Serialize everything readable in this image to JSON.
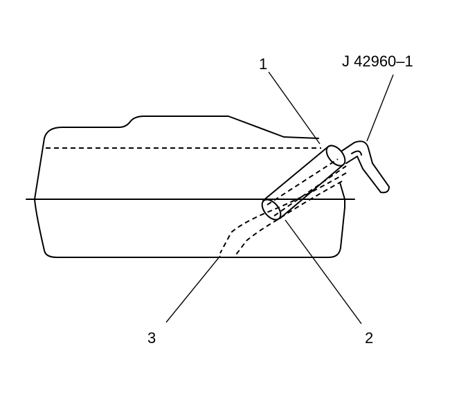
{
  "callouts": {
    "tool": "J 42960–1",
    "item1": "1",
    "item2": "2",
    "item3": "3"
  },
  "colors": {
    "line": "#000000",
    "background": "#ffffff"
  }
}
